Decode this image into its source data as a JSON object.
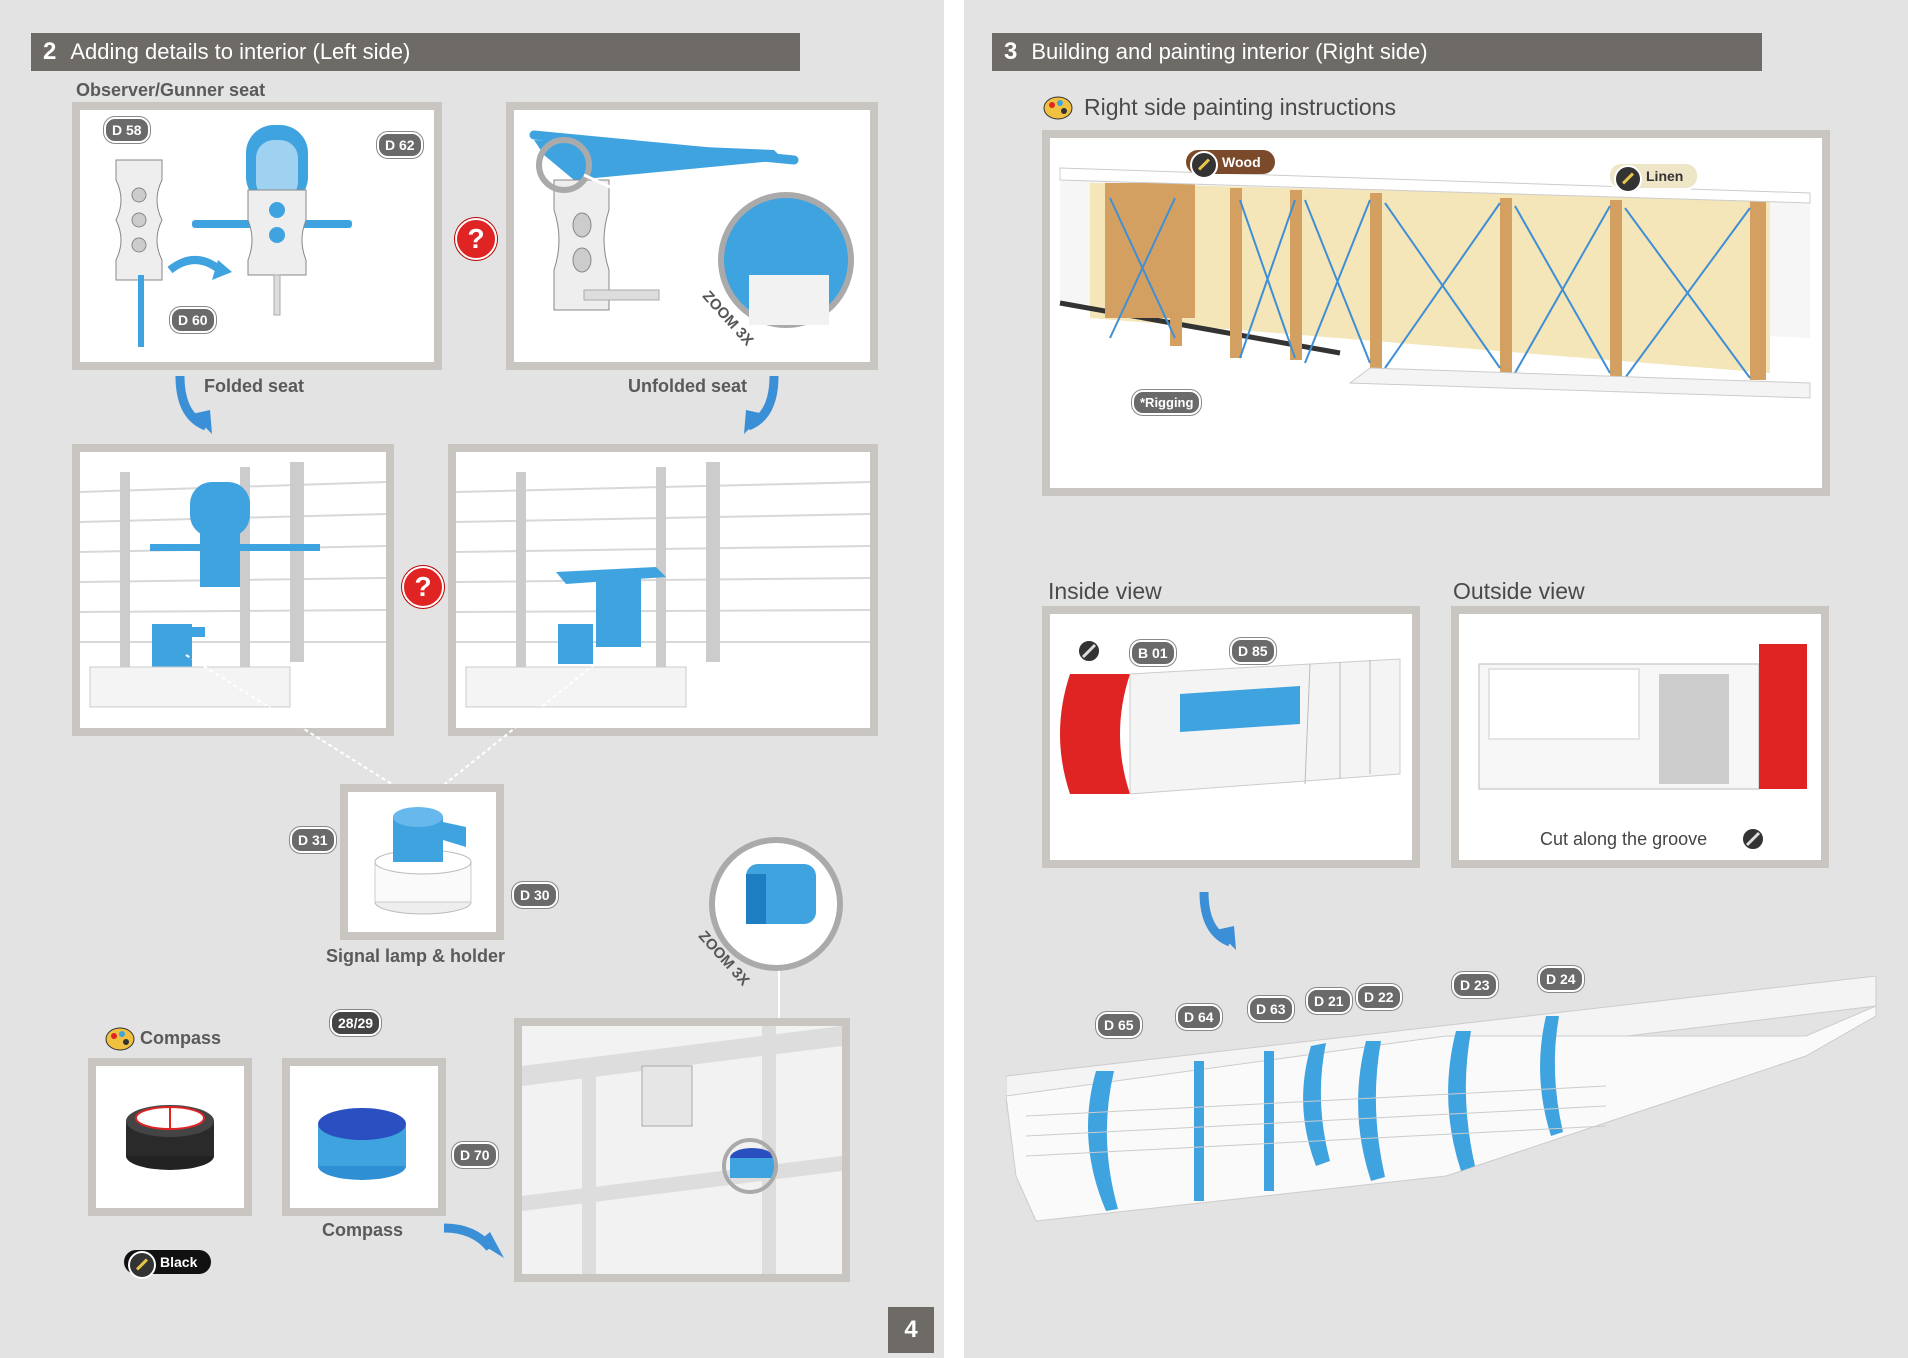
{
  "left": {
    "section_number": "2",
    "section_title": "Adding details to interior (Left side)",
    "subtitle_seat": "Observer/Gunner seat",
    "folded_label": "Folded seat",
    "unfolded_label": "Unfolded seat",
    "zoom1": "ZOOM 3X",
    "zoom2": "ZOOM 3X",
    "signal_label": "Signal lamp & holder",
    "compass_heading": "Compass",
    "compass_label": "Compass",
    "black_label": "Black",
    "paint_ref": "28/29",
    "question": "?",
    "parts": {
      "d58": "D 58",
      "d62": "D 62",
      "d60": "D 60",
      "d31": "D 31",
      "d30": "D 30",
      "d70": "D 70"
    },
    "page_number": "4"
  },
  "right": {
    "section_number": "3",
    "section_title": "Building and painting interior (Right side)",
    "painting_heading": "Right side painting instructions",
    "wood": "Wood",
    "linen": "Linen",
    "rigging": "*Rigging",
    "inside_view": "Inside view",
    "outside_view": "Outside view",
    "cut_groove": "Cut along the groove",
    "parts": {
      "b01": "B 01",
      "d85": "D 85",
      "d65": "D 65",
      "d64": "D 64",
      "d63": "D 63",
      "d21": "D 21",
      "d22": "D 22",
      "d23": "D 23",
      "d24": "D 24"
    }
  },
  "colors": {
    "header": "#6e6a66",
    "part_blue": "#3fa3e0",
    "wood": "#7a4a2a",
    "linen": "#efe6c8",
    "red": "#e02424"
  }
}
